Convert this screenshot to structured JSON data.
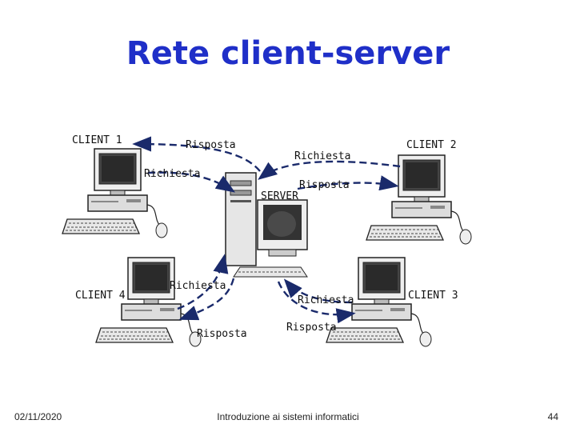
{
  "slide": {
    "title": "Rete client-server",
    "footer_date": "02/11/2020",
    "footer_text": "Introduzione ai sistemi informatici",
    "page_number": "44"
  },
  "diagram": {
    "nodes": {
      "client1": "CLIENT 1",
      "client2": "CLIENT 2",
      "client3": "CLIENT 3",
      "client4": "CLIENT 4",
      "server": "SERVER"
    },
    "edges": {
      "c1_risposta": "Risposta",
      "c1_richiesta": "Richiesta",
      "c2_richiesta": "Richiesta",
      "c2_risposta": "Risposta",
      "c4_richiesta": "Richiesta",
      "c4_risposta": "Risposta",
      "c3_richiesta": "Richiesta",
      "c3_risposta": "Risposta"
    }
  }
}
